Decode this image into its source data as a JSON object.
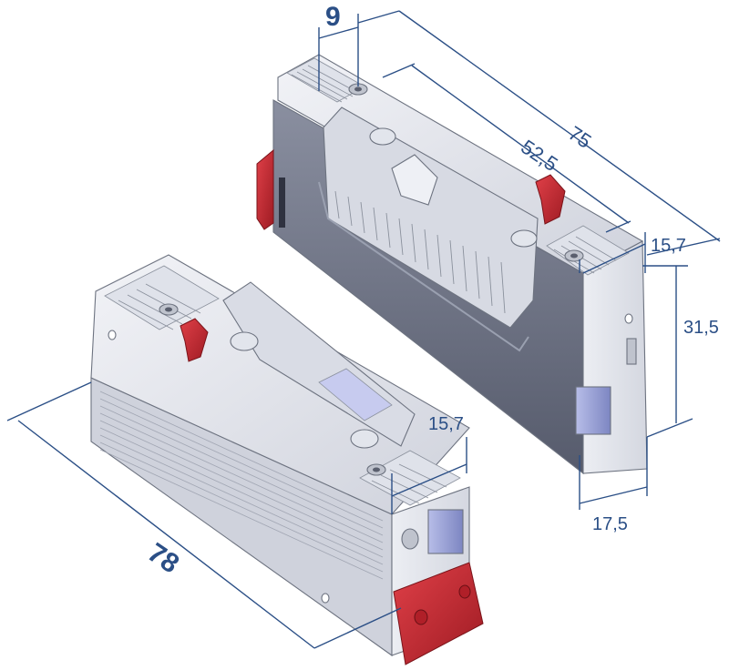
{
  "dimensions": {
    "top_width": "9",
    "top_length": "75",
    "top_inner_length": "52,5",
    "top_end_width": "15,7",
    "top_height": "31,5",
    "top_depth": "17,5",
    "bottom_end_width": "15,7",
    "bottom_length": "78"
  },
  "colors": {
    "dimension": "#2b4f86",
    "body_light": "#e6e8ee",
    "body_mid": "#c9ccd6",
    "body_dark": "#6f7486",
    "accent_red": "#c9262f"
  }
}
